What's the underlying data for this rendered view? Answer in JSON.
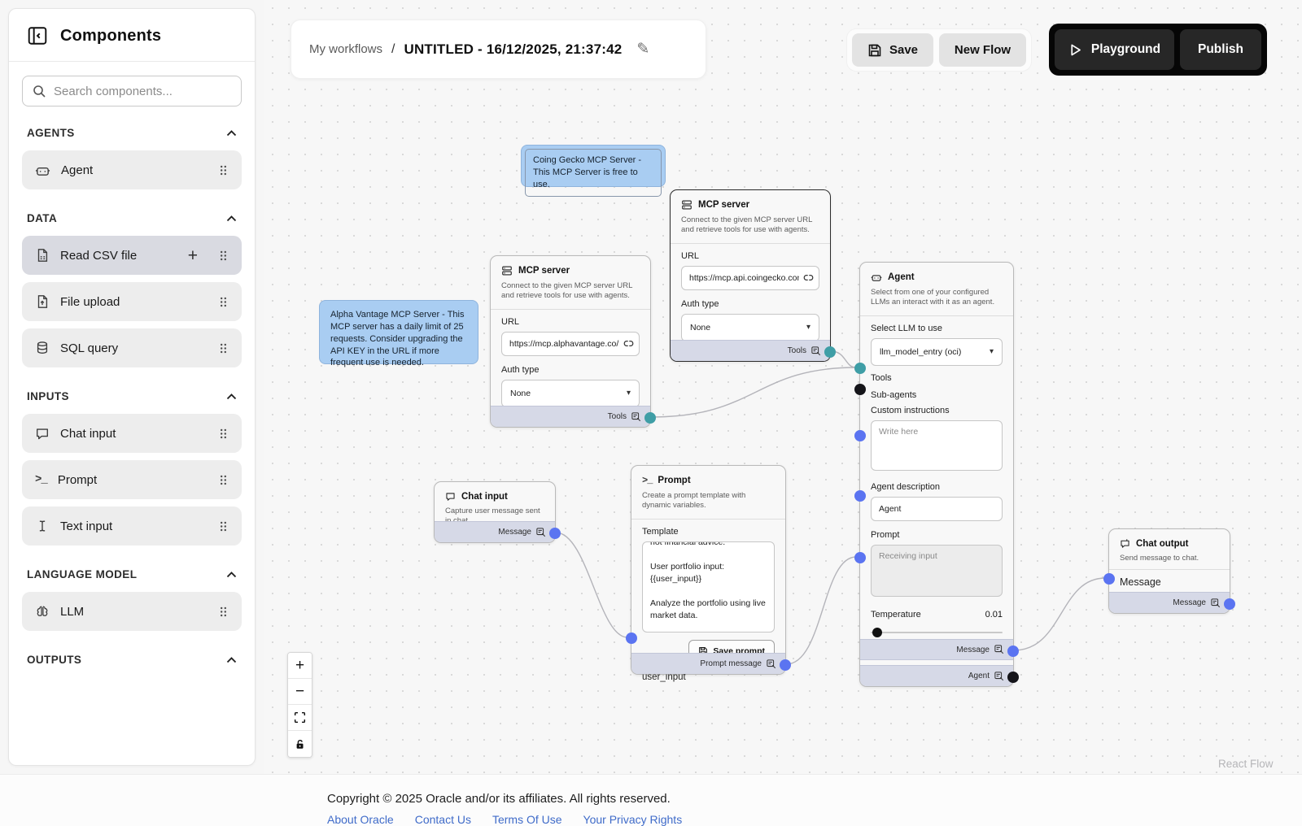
{
  "colors": {
    "teal_handle": "#3f9ea6",
    "blue_handle": "#5b74f1",
    "black_handle": "#15151a",
    "annotation_bg": "#a9cdf2",
    "node_footer_bar": "#d6d9e7",
    "canvas_bg": "#f7f7f7"
  },
  "icons": {
    "pencil": "✎",
    "plus": "+",
    "minus": "−",
    "caret_down": "▾"
  },
  "sidebar": {
    "title": "Components",
    "search_placeholder": "Search components...",
    "sections": [
      {
        "label": "AGENTS",
        "items": [
          {
            "label": "Agent"
          }
        ]
      },
      {
        "label": "DATA",
        "items": [
          {
            "label": "Read CSV file"
          },
          {
            "label": "File upload"
          },
          {
            "label": "SQL query"
          }
        ]
      },
      {
        "label": "INPUTS",
        "items": [
          {
            "label": "Chat input"
          },
          {
            "label": "Prompt"
          },
          {
            "label": "Text input"
          }
        ]
      },
      {
        "label": "LANGUAGE MODEL",
        "items": [
          {
            "label": "LLM"
          }
        ]
      },
      {
        "label": "OUTPUTS",
        "items": []
      }
    ]
  },
  "topbar": {
    "breadcrumb_root": "My workflows",
    "separator": "/",
    "title": "UNTITLED - 16/12/2025, 21:37:42",
    "save": "Save",
    "new_flow": "New Flow",
    "playground": "Playground",
    "publish": "Publish"
  },
  "annotations": {
    "coingecko": "Coing Gecko MCP Server - This MCP Server is free to use.",
    "alphavantage": "Alpha Vantage MCP Server - This MCP server has a daily limit of 25 requests. Consider upgrading the API KEY in the URL if more frequent use is needed."
  },
  "nodes": {
    "mcp1": {
      "title": "MCP server",
      "description": "Connect to the given MCP server URL and retrieve tools for use with agents.",
      "url_label": "URL",
      "url_value": "https://mcp.api.coingecko.com/",
      "auth_label": "Auth type",
      "auth_value": "None",
      "footer_label": "Tools"
    },
    "mcp2": {
      "title": "MCP server",
      "description": "Connect to the given MCP server URL and retrieve tools for use with agents.",
      "url_label": "URL",
      "url_value": "https://mcp.alphavantage.co/mc",
      "auth_label": "Auth type",
      "auth_value": "None",
      "footer_label": "Tools"
    },
    "agent": {
      "title": "Agent",
      "description": "Select from one of your configured LLMs an interact with it as an agent.",
      "llm_label": "Select LLM to use",
      "llm_value": "llm_model_entry (oci)",
      "tools_label": "Tools",
      "subagents_label": "Sub-agents",
      "custom_instructions_label": "Custom instructions",
      "custom_instructions_placeholder": "Write here",
      "agent_description_label": "Agent description",
      "agent_description_value": "Agent",
      "prompt_label": "Prompt",
      "prompt_placeholder": "Receiving input",
      "temperature_label": "Temperature",
      "temperature_value": "0.01",
      "footer_message_label": "Message",
      "footer_agent_label": "Agent"
    },
    "prompt": {
      "title": "Prompt",
      "description": "Create a prompt template with dynamic variables.",
      "template_label": "Template",
      "template_text": "not financial advice.\"\n\nUser portfolio input:\n{{user_input}}\n\nAnalyze the portfolio using live\nmarket data.",
      "save_button": "Save prompt",
      "input_handle_label": "user_input",
      "footer_label": "Prompt message"
    },
    "chat_input": {
      "title": "Chat input",
      "description": "Capture user message sent in chat.",
      "footer_label": "Message"
    },
    "chat_output": {
      "title": "Chat output",
      "description": "Send message to chat.",
      "message_label": "Message",
      "footer_label": "Message"
    }
  },
  "canvas": {
    "attribution": "React Flow"
  },
  "footer": {
    "copyright": "Copyright © 2025 Oracle and/or its affiliates. All rights reserved.",
    "links": [
      "About Oracle",
      "Contact Us",
      "Terms Of Use",
      "Your Privacy Rights"
    ]
  }
}
